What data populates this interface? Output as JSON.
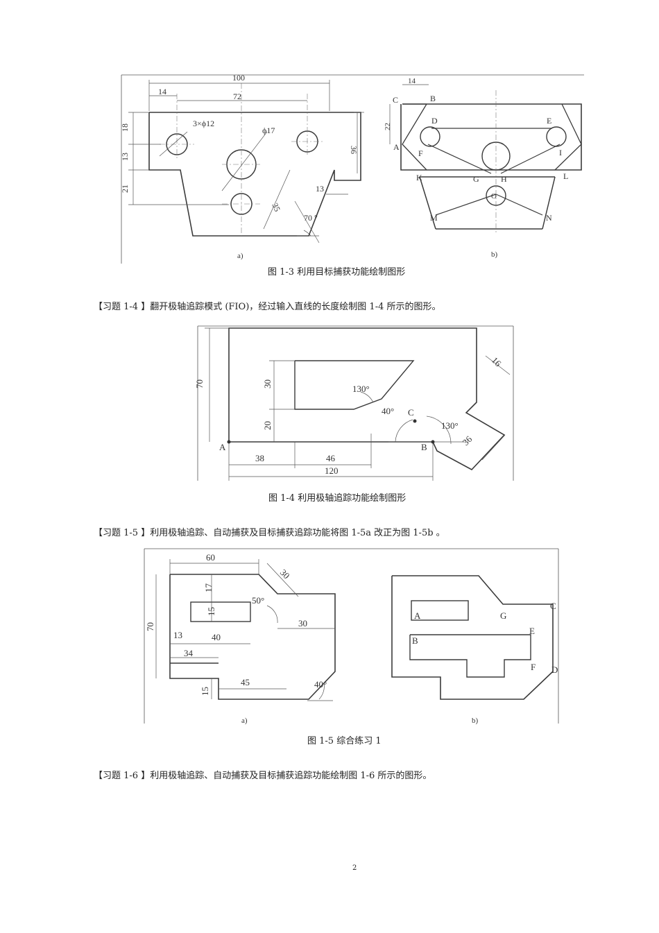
{
  "fig13": {
    "dims": {
      "d100": "100",
      "d14": "14",
      "d72": "72",
      "d18": "18",
      "d13a": "13",
      "d21": "21",
      "d36": "36",
      "d3x12": "3×ϕ12",
      "d17": "ϕ17",
      "d35": "35",
      "d13b": "13",
      "d70": "70 °"
    },
    "sub_a": "a)",
    "right": {
      "d14": "14",
      "d22": "22",
      "pts": {
        "C": "C",
        "B": "B",
        "D": "D",
        "E": "E",
        "A": "A",
        "F": "F",
        "I": "I",
        "G": "G",
        "H": "H",
        "K": "K",
        "L": "L",
        "M": "M",
        "N": "N",
        "O": "O"
      }
    },
    "sub_b": "b)",
    "caption": "图 1-3  利用目标捕获功能绘制图形"
  },
  "ex14": {
    "text": "【习题  1-4  】翻开极轴追踪模式    (FIO)，经过输入直线的长度绘制图         1-4 所示的图形。"
  },
  "fig14": {
    "dims": {
      "d70": "70",
      "d30": "30",
      "d20": "20",
      "d130a": "130°",
      "d40": "40°",
      "d130b": "130°",
      "d16": "16",
      "d36": "36",
      "d38": "38",
      "d46": "46",
      "d120": "120"
    },
    "pts": {
      "A": "A",
      "B": "B",
      "C": "C"
    },
    "caption": "图 1-4  利用极轴追踪功能绘制图形"
  },
  "ex15": {
    "text": "【习题  1-5  】利用极轴追踪、自动捕获及目标捕获追踪功能将图              1-5a  改正为图    1-5b  。"
  },
  "fig15": {
    "dims": {
      "d60": "60",
      "d30a": "30",
      "d17": "17",
      "d15a": "15",
      "d50": "50°",
      "d70": "70",
      "d30b": "30",
      "d13": "13",
      "d40a": "40",
      "d34": "34",
      "d15b": "15",
      "d45": "45",
      "d40b": "40°"
    },
    "sub_a": "a)",
    "right": {
      "A": "A",
      "G": "G",
      "C": "C",
      "E": "E",
      "B": "B",
      "F": "F",
      "D": "D"
    },
    "sub_b": "b)",
    "caption": "图 1-5  综合练习  1"
  },
  "ex16": {
    "text": "【习题  1-6  】利用极轴追踪、自动捕获及目标捕获追踪功能绘制图             1-6 所示的图形。"
  },
  "page_number": "2"
}
